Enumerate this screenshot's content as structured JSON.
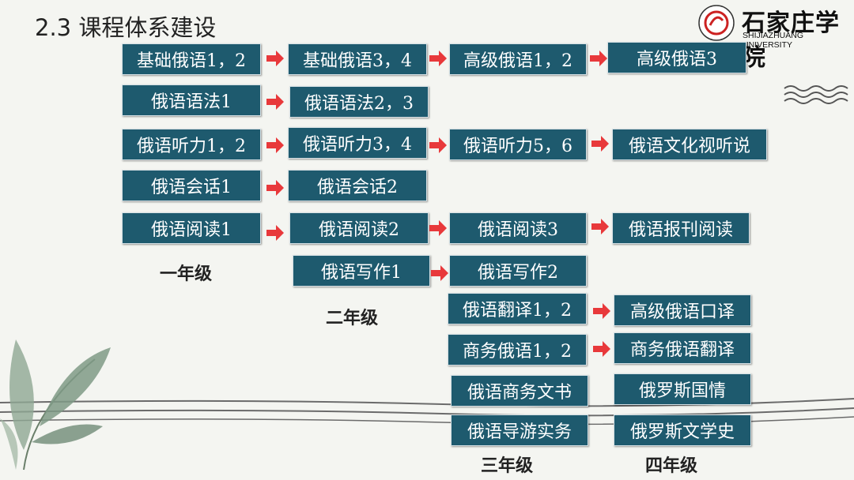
{
  "title": "2.3 课程体系建设",
  "logo": {
    "name_cn": "石家庄学院",
    "name_en": "SHIJIAZHUANG UNIVERSITY"
  },
  "colors": {
    "box": "#1e5a6e",
    "arrow": "#e8393b",
    "background": "#f4f5f1"
  },
  "grades": [
    "一年级",
    "二年级",
    "三年级",
    "四年级"
  ],
  "courses": {
    "r1": [
      "基础俄语1，2",
      "基础俄语3，4",
      "高级俄语1，2",
      "高级俄语3"
    ],
    "r2": [
      "俄语语法1",
      "俄语语法2，3"
    ],
    "r3": [
      "俄语听力1，2",
      "俄语听力3，4",
      "俄语听力5，6",
      "俄语文化视听说"
    ],
    "r4": [
      "俄语会话1",
      "俄语会话2"
    ],
    "r5": [
      "俄语阅读1",
      "俄语阅读2",
      "俄语阅读3",
      "俄语报刊阅读"
    ],
    "r6": [
      "俄语写作1",
      "俄语写作2"
    ],
    "r7": [
      "俄语翻译1，2",
      "高级俄语口译"
    ],
    "r8": [
      "商务俄语1，2",
      "商务俄语翻译"
    ],
    "r9": [
      "俄语商务文书",
      "俄罗斯国情"
    ],
    "r10": [
      "俄语导游实务",
      "俄罗斯文学史"
    ]
  }
}
